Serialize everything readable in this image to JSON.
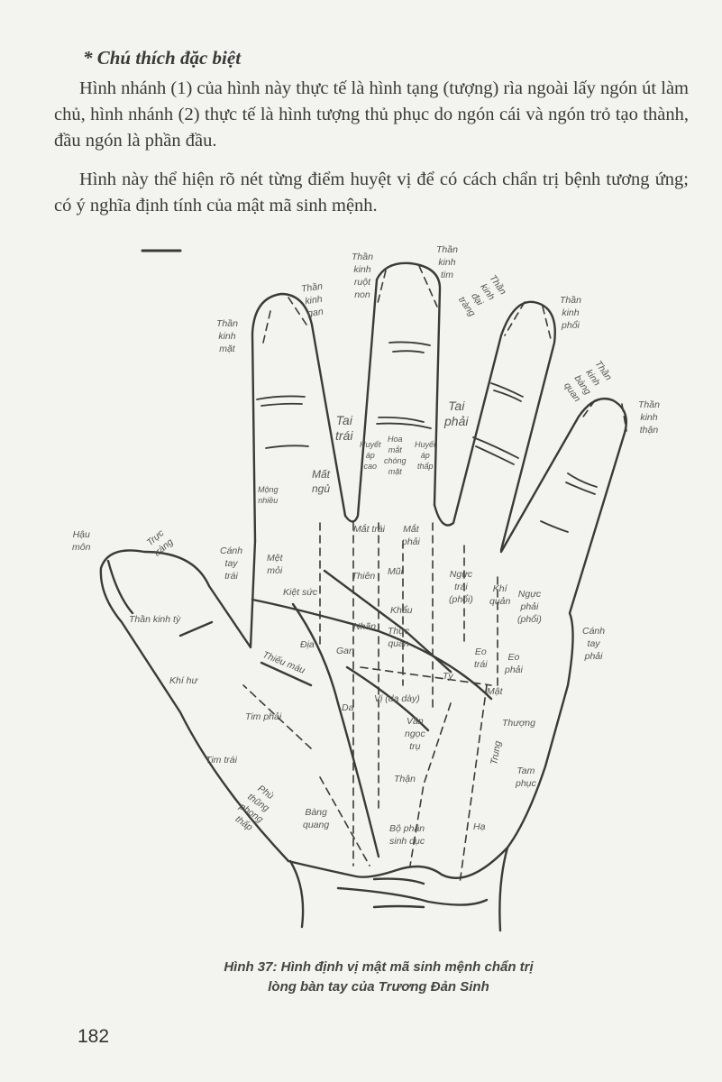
{
  "heading": "* Chú thích đặc biệt",
  "paragraphs": [
    "Hình nhánh (1) của hình này thực tế là hình tạng (tượng) rìa ngoài lấy ngón út làm chủ, hình nhánh (2) thực tế là hình tượng thủ phục do ngón cái và ngón trỏ tạo thành, đầu ngón là phần đầu.",
    "Hình này thể hiện rõ nét từng điểm huyệt vị để có cách chẩn trị bệnh tương ứng; có ý nghĩa định tính của mật mã sinh mệnh."
  ],
  "figure": {
    "direction_arrow": "arrow-left",
    "labels": [
      "Thần\nkinh\nmặt",
      "Thần\nkinh\ngan",
      "Thần\nkinh\nruột\nnon",
      "Thần\nkinh\ntim",
      "Thần\nkinh\nđại\ntràng",
      "Thần\nkinh\nphổi",
      "Thần\nkinh\nbàng\nquan",
      "Thần\nkinh\nthận",
      "Tai\ntrái",
      "Tai\nphải",
      "Huyết\náp\ncao",
      "Hoa\nmắt\nchóng\nmặt",
      "Huyết\náp\nthấp",
      "Mất\nngủ",
      "Mộng\nnhiều",
      "Mắt trái",
      "Mắt\nphải",
      "Hậu\nmôn",
      "Trực\ntràng",
      "Cánh\ntay\ntrái",
      "Mệt\nmỏi",
      "Thiên",
      "Mũi",
      "Ngực\ntrái\n(phổi)",
      "Khí\nquản",
      "Ngực\nphải\n(phổi)",
      "Cánh\ntay\nphải",
      "Kiệt sức",
      "Khẩu",
      "Nhãn",
      "Thực\nquản",
      "Thần kinh tỳ",
      "Địa",
      "Gan",
      "Thiếu máu",
      "Eo\ntrái",
      "Eo\nphải",
      "Tỳ",
      "Khí hư",
      "Mật",
      "Vị (dạ dày)",
      "Da",
      "Tim phải",
      "Văn\nngọc\ntrụ",
      "Thượng",
      "Trung",
      "Tim trái",
      "Tam\nphục",
      "Thận",
      "Phù\nthũng\nphong\nthấp",
      "Bàng\nquang",
      "Bộ phận\nsinh dục",
      "Hạ"
    ],
    "caption_line1": "Hình 37: Hình định vị mật mã sinh mệnh chẩn trị",
    "caption_line2": "lòng bàn tay của Trương Đản Sinh"
  },
  "page_number": "182"
}
